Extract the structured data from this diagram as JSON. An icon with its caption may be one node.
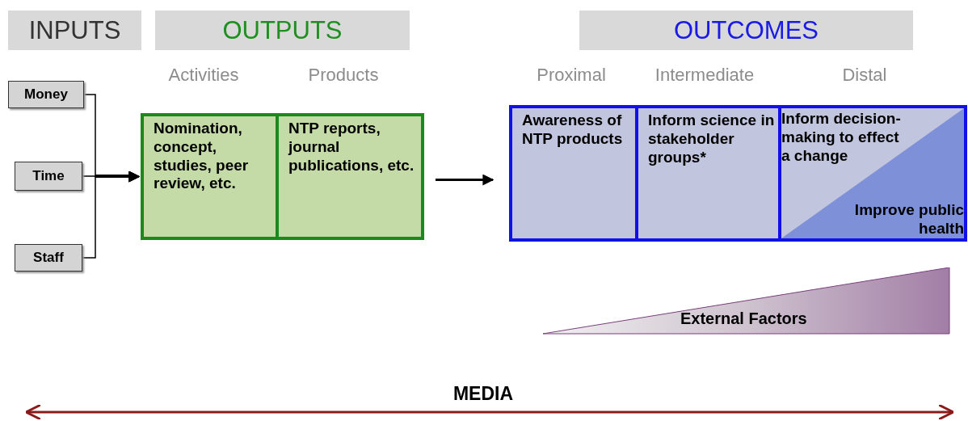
{
  "diagram": {
    "nodes": [
      {
        "text": [
          "INPUTS"
        ]
      },
      {
        "text": [
          "OUTPUTS"
        ]
      },
      {
        "text": [
          "OUTCOMES"
        ]
      },
      {
        "text": [
          "Money"
        ]
      },
      {
        "text": [
          "Time"
        ]
      },
      {
        "text": [
          "Staff"
        ]
      },
      {
        "text": [
          "Nomination, concept, studies, peer review, etc."
        ]
      },
      {
        "text": [
          "NTP reports, journal publications, etc."
        ]
      },
      {
        "text": [
          "Awareness of NTP products"
        ]
      },
      {
        "text": [
          "Inform science in stakeholder groups*"
        ]
      },
      {
        "text": [
          "Inform decision-making to effect a change",
          "Improve public health"
        ]
      },
      {
        "text": [
          "External Factors"
        ]
      }
    ],
    "edges": [
      {
        "from": 3,
        "to": 6,
        "arrow": "to"
      },
      {
        "from": 4,
        "to": 6,
        "arrow": "to"
      },
      {
        "from": 5,
        "to": 6,
        "arrow": "to"
      },
      {
        "from": 7,
        "to": 8,
        "arrow": "to"
      }
    ],
    "labels": [
      "Activities",
      "Products",
      "Proximal",
      "Intermediate",
      "Distal",
      "MEDIA"
    ]
  }
}
